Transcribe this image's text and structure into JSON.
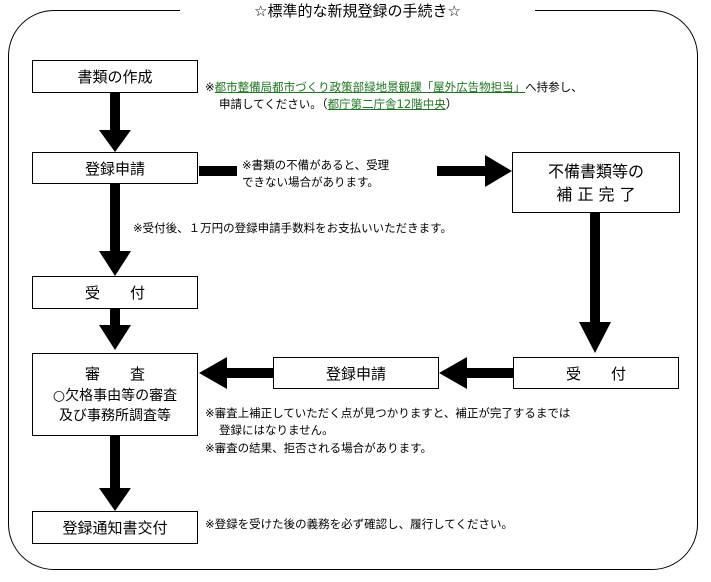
{
  "title": "☆標準的な新規登録の手続き☆",
  "boxes": {
    "create_docs": "書類の作成",
    "apply1": "登録申請",
    "completion_line1": "不備書類等の",
    "completion_line2": "補 正 完 了",
    "receipt1": "受　　付",
    "review_title": "審　　査",
    "review_line2": "○欠格事由等の審査",
    "review_line3": "及び事務所調査等",
    "apply2": "登録申請",
    "receipt2": "受　　付",
    "notice": "登録通知書交付"
  },
  "notes": {
    "bring_prefix": "※",
    "bring_link1": "都市整備局都市づくり政策部緑地景観課「屋外広告物担当」",
    "bring_suffix": "へ持参し、",
    "bring_line2_prefix": "申請してください。（",
    "bring_link2": "都庁第二庁舎12階中央",
    "bring_line2_suffix": "）",
    "deficiency_line1": "※書類の不備があると、受理",
    "deficiency_line2": "できない場合があります。",
    "fee": "※受付後、１万円の登録申請手数料をお支払いいただきます。",
    "review_line1": "※審査上補正していただく点が見つかりますと、補正が完了するまでは",
    "review_line2": "登録にはなりません。",
    "review_line3": "※審査の結果、拒否される場合があります。",
    "duty": "※登録を受けた後の義務を必ず確認し、履行してください。"
  }
}
